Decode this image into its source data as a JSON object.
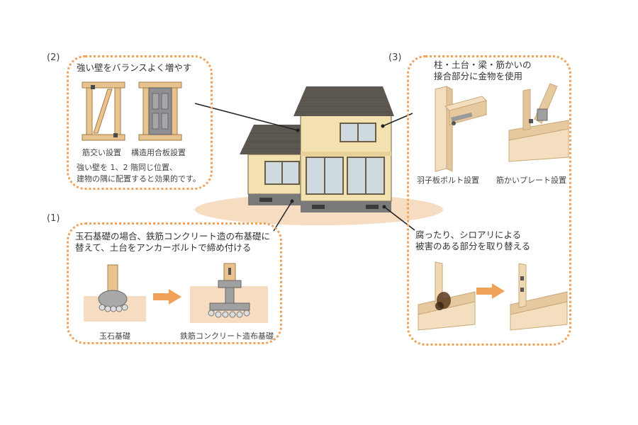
{
  "section2": {
    "number": "(2)",
    "heading": "強い壁をバランスよく増やす",
    "caption_a": "筋交い設置",
    "caption_b": "構造用合板設置",
    "note_line1": "強い壁を 1、2 階同じ位置、",
    "note_line2": "建物の隅に配置すると効果的です。"
  },
  "section3": {
    "number": "(3)",
    "heading_line1": "柱・土台・梁・筋かいの",
    "heading_line2": "接合部分に金物を使用",
    "caption_a": "羽子板ボルト設置",
    "caption_b": "筋かいプレート設置"
  },
  "section1": {
    "number": "(1)",
    "heading_line1": "玉石基礎の場合、鉄筋コンクリート造の布基礎に",
    "heading_line2": "替えて、土台をアンカーボルトで締め付ける",
    "caption_a": "玉石基礎",
    "caption_b": "鉄筋コンクリート造布基礎"
  },
  "section4": {
    "heading_line1": "腐ったり、シロアリによる",
    "heading_line2": "被害のある部分を取り替える"
  },
  "colors": {
    "border": "#f0a25a",
    "arrow": "#f0a25a",
    "wood": "#e8c390",
    "wall": "#f3e2b0",
    "roof": "#5c5750",
    "ground": "#f6dcc0"
  }
}
